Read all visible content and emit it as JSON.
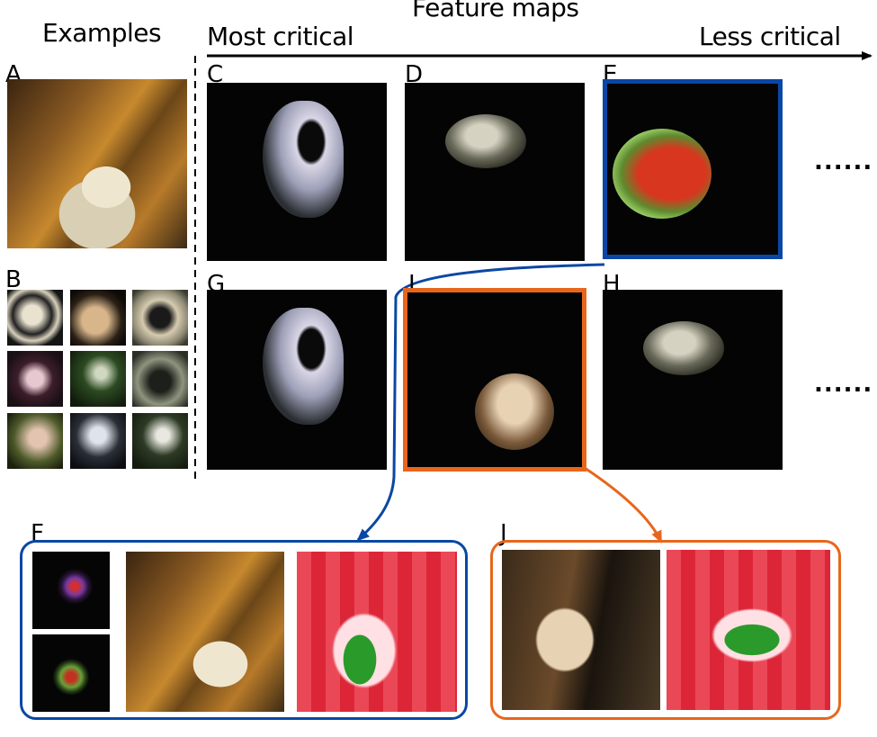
{
  "header": {
    "examples": "Examples",
    "feature_maps": "Feature maps",
    "most_critical": "Most critical",
    "less_critical": "Less critical"
  },
  "labels": {
    "A": "A",
    "B": "B",
    "C": "C",
    "D": "D",
    "E": "E",
    "G": "G",
    "I": "I",
    "H": "H",
    "F": "F",
    "J": "J"
  },
  "ellipsis": "......",
  "colors": {
    "blue_highlight": "#0a47a4",
    "orange_highlight": "#e8661c",
    "heatmap_red": "#e8283a",
    "heatmap_green": "#2a9a2a"
  }
}
